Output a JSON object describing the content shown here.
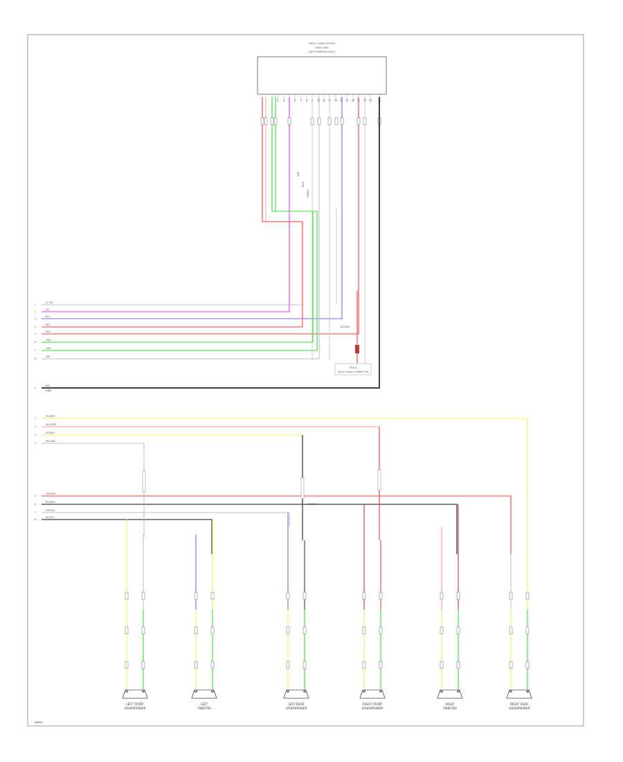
{
  "diagram": {
    "module": {
      "title_lines": [
        "RADIO / AUDIO SYSTEM",
        "AUDIO UNIT",
        "(WITH PREMIUM AUDIO)"
      ]
    },
    "colors": {
      "red": "#ff3b3b",
      "green": "#33dd33",
      "magenta": "#ee33ee",
      "blue": "#6a6aff",
      "yellow": "#f0f060",
      "gray": "#bfbfbf",
      "dark": "#3b3b3b",
      "darkred": "#b83a3a",
      "pink": "#ff9a9a"
    },
    "ground_label": "GND",
    "connector_label": "AUDIO SIGNAL CONNECTOR",
    "splice_label": "SPLICE",
    "vertical_notes": [
      "UNIT",
      "DATA",
      "SHIELD"
    ],
    "upper_wires": [
      {
        "label": "LT GRY",
        "color": "gray"
      },
      {
        "label": "VIO",
        "color": "magenta"
      },
      {
        "label": "BLU",
        "color": "blue"
      },
      {
        "label": "RED",
        "color": "red"
      },
      {
        "label": "RED",
        "color": "red"
      },
      {
        "label": "GRN",
        "color": "green"
      },
      {
        "label": "GRN",
        "color": "green"
      },
      {
        "label": "GRY",
        "color": "gray"
      },
      {
        "label": "BLK",
        "color": "dark"
      }
    ],
    "lower_wires": [
      {
        "label": "YEL/RED",
        "color": "yellow"
      },
      {
        "label": "WHT/RED",
        "color": "pink"
      },
      {
        "label": "YEL/BLU",
        "color": "yellow"
      },
      {
        "label": "WHT/BLU",
        "color": "gray"
      },
      {
        "label": "GRY/RED",
        "color": "red"
      },
      {
        "label": "BLK/RED",
        "color": "dark"
      },
      {
        "label": "GRY/BLU",
        "color": "gray"
      },
      {
        "label": "BLK/YEL",
        "color": "dark"
      }
    ],
    "wire_tags": [
      "BLK/RED",
      "RED/BLK"
    ],
    "speakers": [
      {
        "line1": "LEFT FRONT",
        "line2": "LOUDSPEAKER"
      },
      {
        "line1": "LEFT",
        "line2": "TWEETER"
      },
      {
        "line1": "LEFT REAR",
        "line2": "LOUDSPEAKER"
      },
      {
        "line1": "RIGHT FRONT",
        "line2": "LOUDSPEAKER"
      },
      {
        "line1": "RIGHT",
        "line2": "TWEETER"
      },
      {
        "line1": "RIGHT REAR",
        "line2": "LOUDSPEAKER"
      }
    ],
    "footer_code": "NDPAI"
  }
}
